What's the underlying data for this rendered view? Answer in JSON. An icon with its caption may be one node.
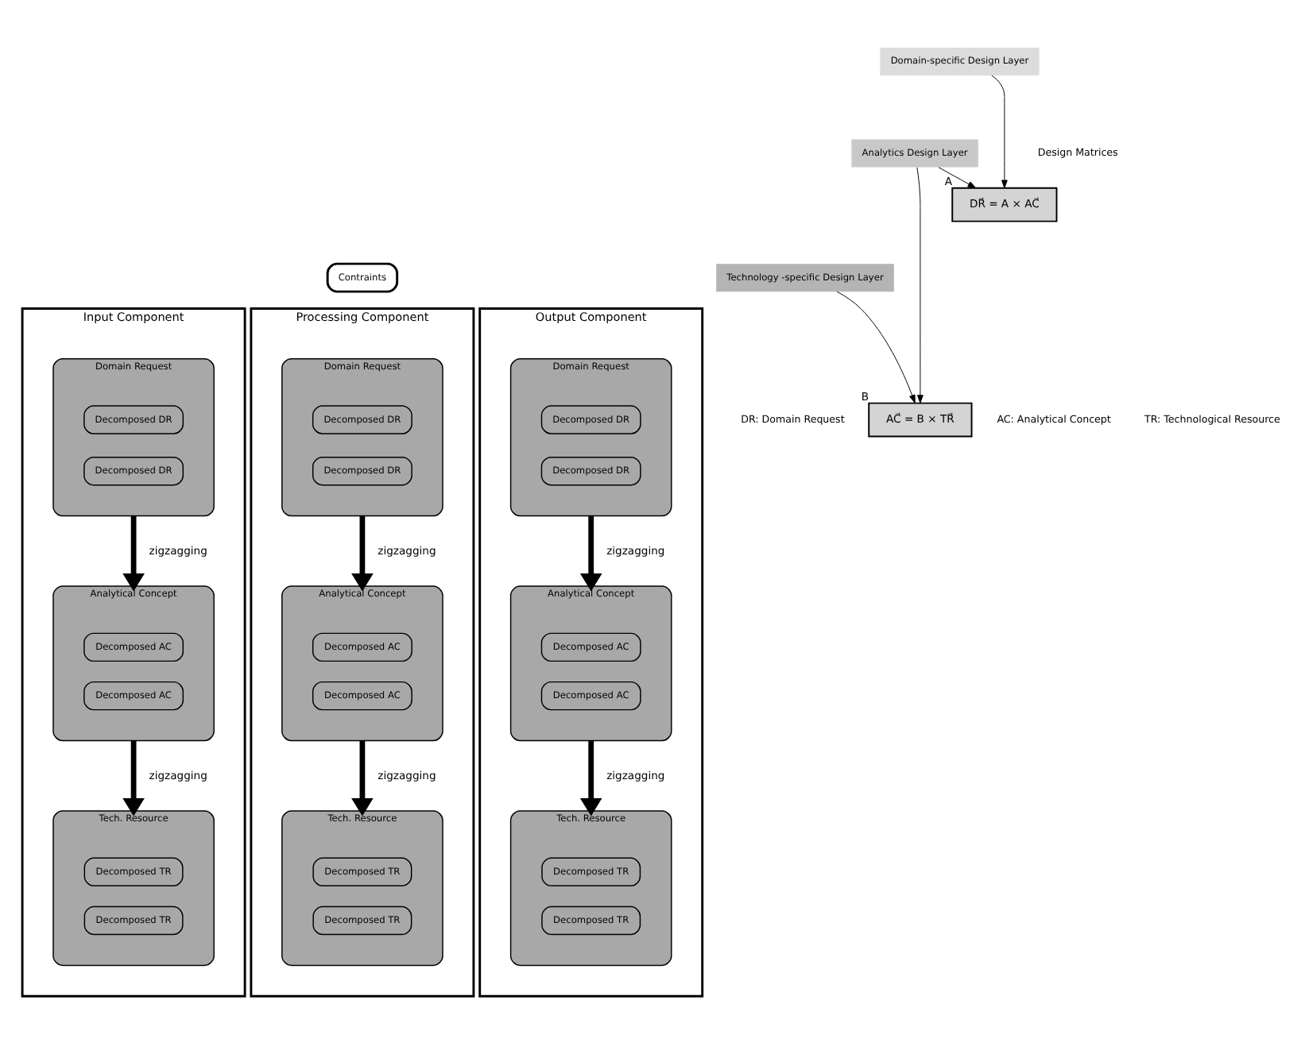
{
  "diagram": {
    "nodes": [
      {
        "text": [
          "Contraints"
        ]
      },
      {
        "text": [
          "Domain-specific Design Layer"
        ]
      },
      {
        "text": [
          "Analytics Design Layer"
        ]
      },
      {
        "text": [
          "Technology -specific Design Layer"
        ]
      },
      {
        "text": [
          "Input Component"
        ]
      },
      {
        "text": [
          "Domain Request"
        ],
        "in": 4
      },
      {
        "text": [
          "Decomposed DR"
        ],
        "in": 5
      },
      {
        "text": [
          "Decomposed DR"
        ],
        "in": 5
      },
      {
        "text": [
          "Analytical Concept"
        ],
        "in": 4
      },
      {
        "text": [
          "Decomposed AC"
        ],
        "in": 8
      },
      {
        "text": [
          "Decomposed AC"
        ],
        "in": 8
      },
      {
        "text": [
          "Tech. Resource"
        ],
        "in": 4
      },
      {
        "text": [
          "Decomposed TR"
        ],
        "in": 11
      },
      {
        "text": [
          "Decomposed TR"
        ],
        "in": 11
      },
      {
        "text": [
          "Processing Component"
        ]
      },
      {
        "text": [
          "Domain Request"
        ],
        "in": 14
      },
      {
        "text": [
          "Decomposed DR"
        ],
        "in": 15
      },
      {
        "text": [
          "Decomposed DR"
        ],
        "in": 15
      },
      {
        "text": [
          "Analytical Concept"
        ],
        "in": 14
      },
      {
        "text": [
          "Decomposed AC"
        ],
        "in": 18
      },
      {
        "text": [
          "Decomposed AC"
        ],
        "in": 18
      },
      {
        "text": [
          "Tech. Resource"
        ],
        "in": 14
      },
      {
        "text": [
          "Decomposed TR"
        ],
        "in": 21
      },
      {
        "text": [
          "Decomposed TR"
        ],
        "in": 21
      },
      {
        "text": [
          "Output Component"
        ]
      },
      {
        "text": [
          "Domain Request"
        ],
        "in": 24
      },
      {
        "text": [
          "Decomposed DR"
        ],
        "in": 25
      },
      {
        "text": [
          "Decomposed DR"
        ],
        "in": 25
      },
      {
        "text": [
          "Analytical Concept"
        ],
        "in": 24
      },
      {
        "text": [
          "Decomposed AC"
        ],
        "in": 28
      },
      {
        "text": [
          "Decomposed AC"
        ],
        "in": 28
      },
      {
        "text": [
          "Tech. Resource"
        ],
        "in": 24
      },
      {
        "text": [
          "Decomposed TR"
        ],
        "in": 31
      },
      {
        "text": [
          "Decomposed TR"
        ],
        "in": 31
      },
      {
        "text": [
          "A",
          "DR⃗ = A × AC⃗"
        ]
      },
      {
        "text": [
          "B",
          "AC⃗ = B × TR⃗"
        ]
      }
    ],
    "edges": [
      {
        "from": 5,
        "to": 8,
        "arrow": "to",
        "label": "zigzagging"
      },
      {
        "from": 8,
        "to": 11,
        "arrow": "to",
        "label": "zigzagging"
      },
      {
        "from": 15,
        "to": 18,
        "arrow": "to",
        "label": "zigzagging"
      },
      {
        "from": 18,
        "to": 21,
        "arrow": "to",
        "label": "zigzagging"
      },
      {
        "from": 25,
        "to": 28,
        "arrow": "to",
        "label": "zigzagging"
      },
      {
        "from": 28,
        "to": 31,
        "arrow": "to",
        "label": "zigzagging"
      },
      {
        "from": 1,
        "to": 34,
        "arrow": "to"
      },
      {
        "from": 2,
        "to": 34,
        "arrow": "to"
      },
      {
        "from": 2,
        "to": 35,
        "arrow": "to"
      },
      {
        "from": 3,
        "to": 35,
        "arrow": "to"
      }
    ],
    "labels": [
      "Design Matrices",
      "DR: Domain Request",
      "AC: Analytical Concept",
      "TR: Technological Resource"
    ]
  }
}
